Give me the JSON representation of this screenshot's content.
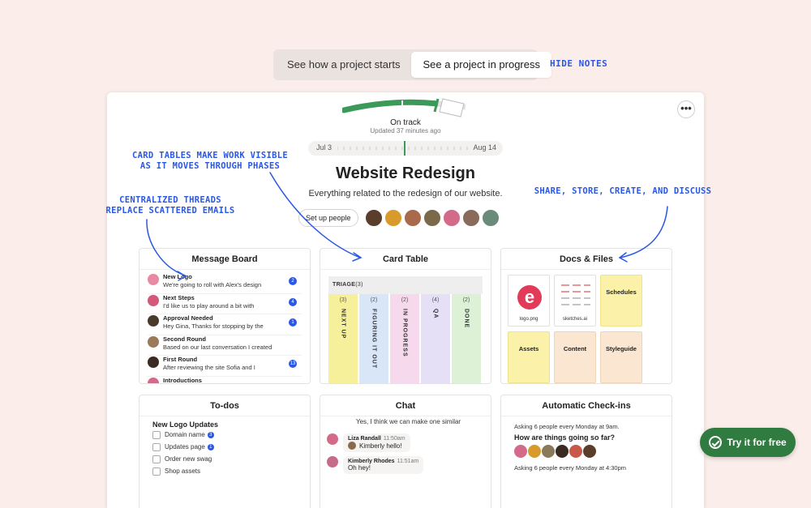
{
  "toggle": {
    "starts_label": "See how a project starts",
    "progress_label": "See a project in progress"
  },
  "hide_notes_label": "HIDE NOTES",
  "status": {
    "label": "On track",
    "updated": "Updated 37 minutes ago"
  },
  "timeline": {
    "start": "Jul 3",
    "end": "Aug 14"
  },
  "project": {
    "title": "Website Redesign",
    "description": "Everything related to the redesign of our website.",
    "setup_people_label": "Set up people"
  },
  "message_board": {
    "title": "Message Board",
    "messages": [
      {
        "subject": "New Logo",
        "excerpt": "We're going to roll with Alex's design",
        "count": "2"
      },
      {
        "subject": "Next Steps",
        "excerpt": "I'd like us to play around a bit with",
        "count": "4"
      },
      {
        "subject": "Approval Needed",
        "excerpt": "Hey Gina, Thanks for stopping by the",
        "count": "1"
      },
      {
        "subject": "Second Round",
        "excerpt": "Based on our last conversation I created",
        "count": ""
      },
      {
        "subject": "First Round",
        "excerpt": "After reviewing the site Sofia and I",
        "count": "13"
      },
      {
        "subject": "Introductions",
        "excerpt": "",
        "count": ""
      }
    ]
  },
  "card_table": {
    "title": "Card Table",
    "triage": "TRIAGE",
    "triage_count": "(3)",
    "columns": [
      {
        "name": "NEXT UP",
        "count": "(3)",
        "color": "#f6f09a"
      },
      {
        "name": "FIGURING IT OUT",
        "count": "(2)",
        "color": "#d9e6f8"
      },
      {
        "name": "IN PROGRESS",
        "count": "(2)",
        "color": "#f6d9ec"
      },
      {
        "name": "QA",
        "count": "(4)",
        "color": "#e6e0f6"
      },
      {
        "name": "DONE",
        "count": "(2)",
        "color": "#dcf1d6"
      }
    ]
  },
  "docs": {
    "title": "Docs & Files",
    "logo_file": "logo.png",
    "sketches_file": "sketches.ai",
    "schedules": "Schedules",
    "assets": "Assets",
    "content": "Content",
    "styleguide": "Styleguide"
  },
  "todos": {
    "title": "To-dos",
    "list_title": "New Logo Updates",
    "items": [
      {
        "label": "Domain name",
        "badge": "3"
      },
      {
        "label": "Updates page",
        "badge": "1"
      },
      {
        "label": "Order new swag",
        "badge": ""
      },
      {
        "label": "Shop assets",
        "badge": ""
      }
    ]
  },
  "chat": {
    "title": "Chat",
    "first_line": "Yes, I think we can make one similar",
    "messages": [
      {
        "name": "Liza Randall",
        "time": "11:50am",
        "text": "Kimberly hello!"
      },
      {
        "name": "Kimberly Rhodes",
        "time": "11:51am",
        "text": "Oh hey!"
      }
    ]
  },
  "checkins": {
    "title": "Automatic Check-ins",
    "meta": "Asking 6 people every Monday at 9am.",
    "question": "How are things going so far?",
    "meta2": "Asking 6 people every Monday at 4:30pm"
  },
  "notes": {
    "card_tables_1": "CARD TABLES MAKE WORK VISIBLE",
    "card_tables_2": "AS IT MOVES THROUGH PHASES",
    "threads_1": "CENTRALIZED THREADS",
    "threads_2": "REPLACE SCATTERED EMAILS",
    "share": "SHARE, STORE, CREATE, AND DISCUSS"
  },
  "try_button_label": "Try it for free",
  "colors": {
    "accent_blue": "#2a57e5",
    "track_green": "#3c9a58",
    "try_green": "#2f7b40",
    "background": "#fbeeea"
  }
}
